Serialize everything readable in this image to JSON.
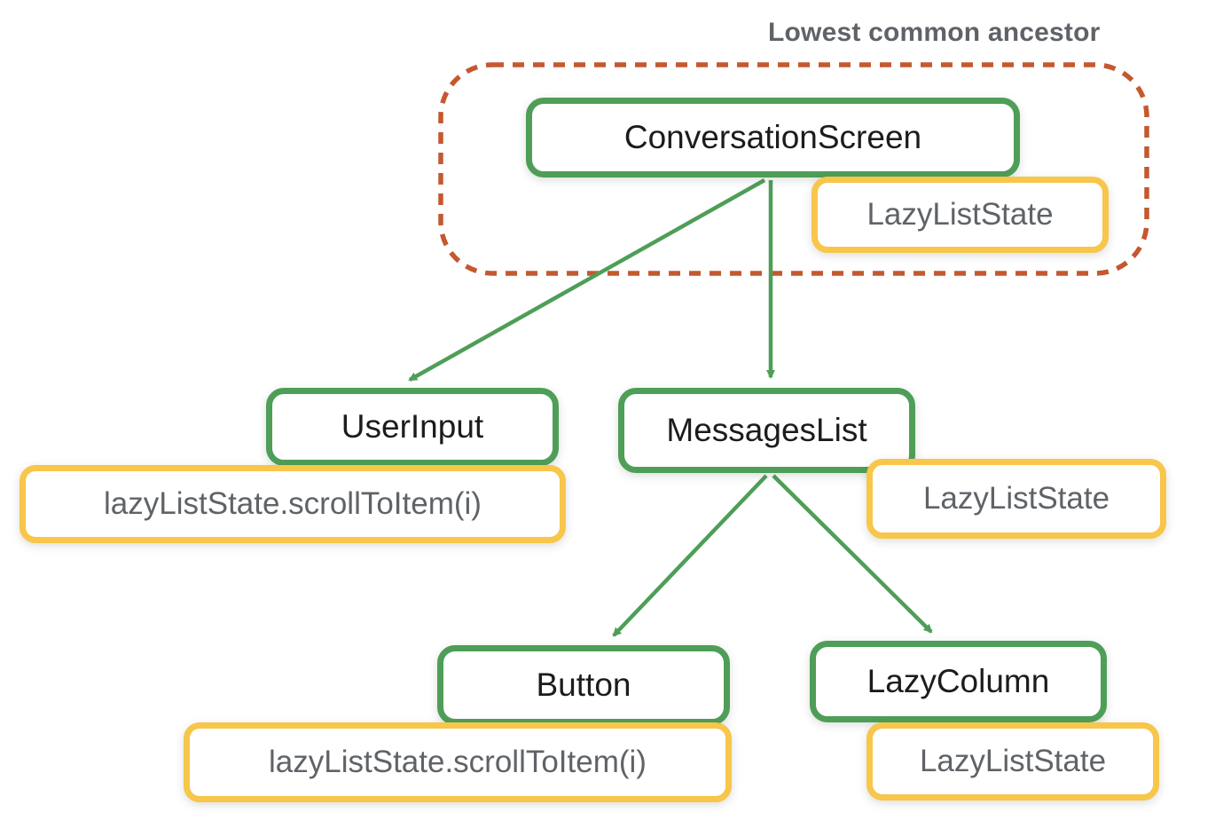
{
  "diagram": {
    "annotation": "Lowest common ancestor",
    "nodes": {
      "conversation_screen": {
        "label": "ConversationScreen",
        "state": "LazyListState"
      },
      "user_input": {
        "label": "UserInput",
        "state": "lazyListState.scrollToItem(i)"
      },
      "messages_list": {
        "label": "MessagesList",
        "state": "LazyListState"
      },
      "button": {
        "label": "Button",
        "state": "lazyListState.scrollToItem(i)"
      },
      "lazy_column": {
        "label": "LazyColumn",
        "state": "LazyListState"
      }
    },
    "edges": [
      {
        "from": "ConversationScreen",
        "to": "UserInput"
      },
      {
        "from": "ConversationScreen",
        "to": "MessagesList"
      },
      {
        "from": "MessagesList",
        "to": "Button"
      },
      {
        "from": "MessagesList",
        "to": "LazyColumn"
      }
    ],
    "colors": {
      "node_border_green": "#4E9E58",
      "state_border_yellow": "#F7C64A",
      "ancestor_dashed_orange": "#C4582F",
      "node_text": "#1c1c1c",
      "state_text": "#5f6368",
      "annotation_text": "#5f6368"
    }
  }
}
